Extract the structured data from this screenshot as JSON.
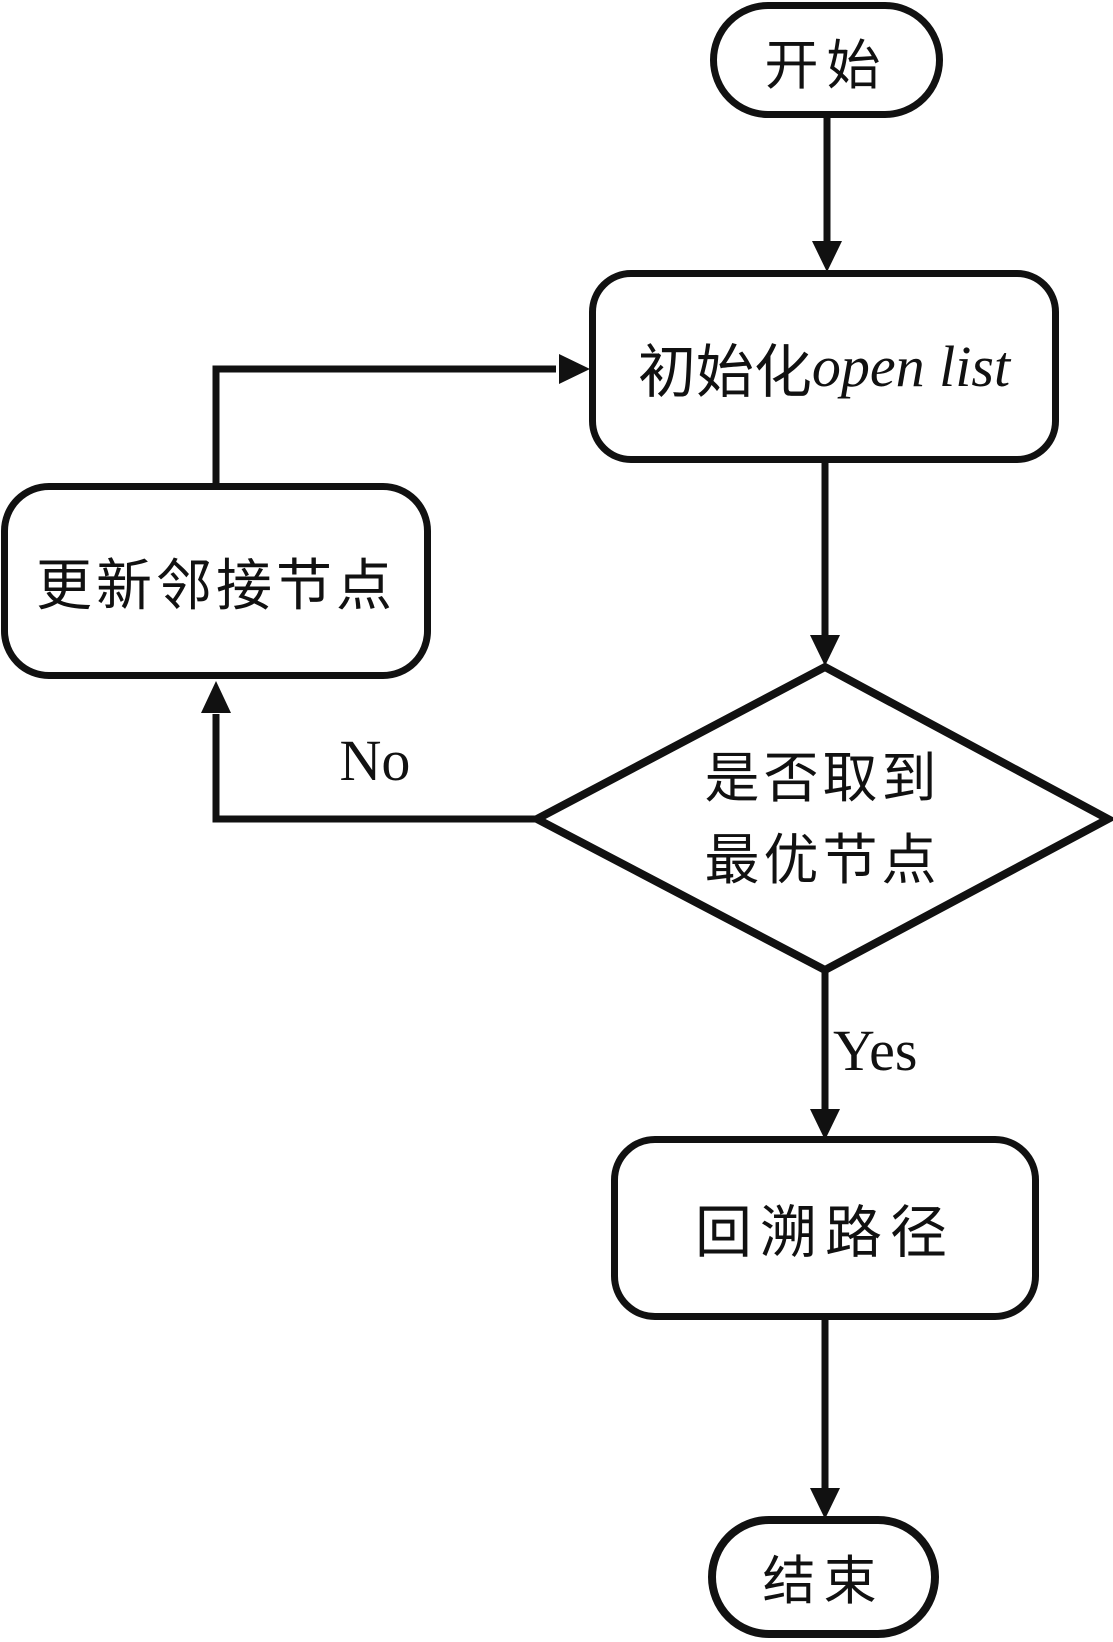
{
  "nodes": {
    "start": {
      "label": "开始"
    },
    "init": {
      "cjk": "初始化",
      "latin": "open list"
    },
    "update": {
      "label": "更新邻接节点"
    },
    "decision": {
      "line1": "是否取到",
      "line2": "最优节点"
    },
    "backtrack": {
      "label": "回溯路径"
    },
    "end": {
      "label": "结束"
    }
  },
  "edge_labels": {
    "no": "No",
    "yes": "Yes"
  },
  "colors": {
    "stroke": "#111111",
    "background": "#ffffff"
  }
}
